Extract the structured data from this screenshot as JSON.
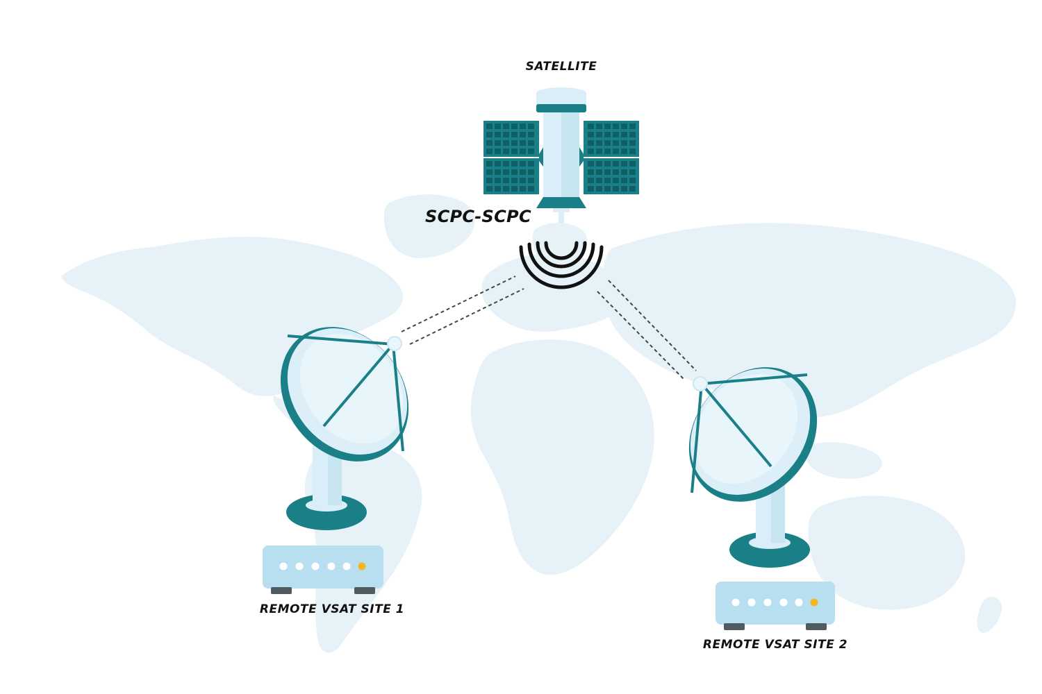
{
  "labels": {
    "satellite": "SATELLITE",
    "link_type": "SCPC-SCPC",
    "site1": "REMOTE VSAT SITE 1",
    "site2": "REMOTE VSAT SITE 2"
  },
  "colors": {
    "teal": "#1b7f88",
    "teal_dark": "#0f6e77",
    "light_blue": "#d9eef8",
    "pale_blue": "#e8f5fb",
    "map": "#e7f2f8",
    "modem": "#b8dff0",
    "led_active": "#f3b61f",
    "led": "#ffffff",
    "signal": "#111111"
  },
  "icons": {
    "satellite": "satellite-icon",
    "signal": "signal-waves-icon",
    "dish": "satellite-dish-icon",
    "modem": "modem-icon",
    "map": "world-map-icon"
  }
}
